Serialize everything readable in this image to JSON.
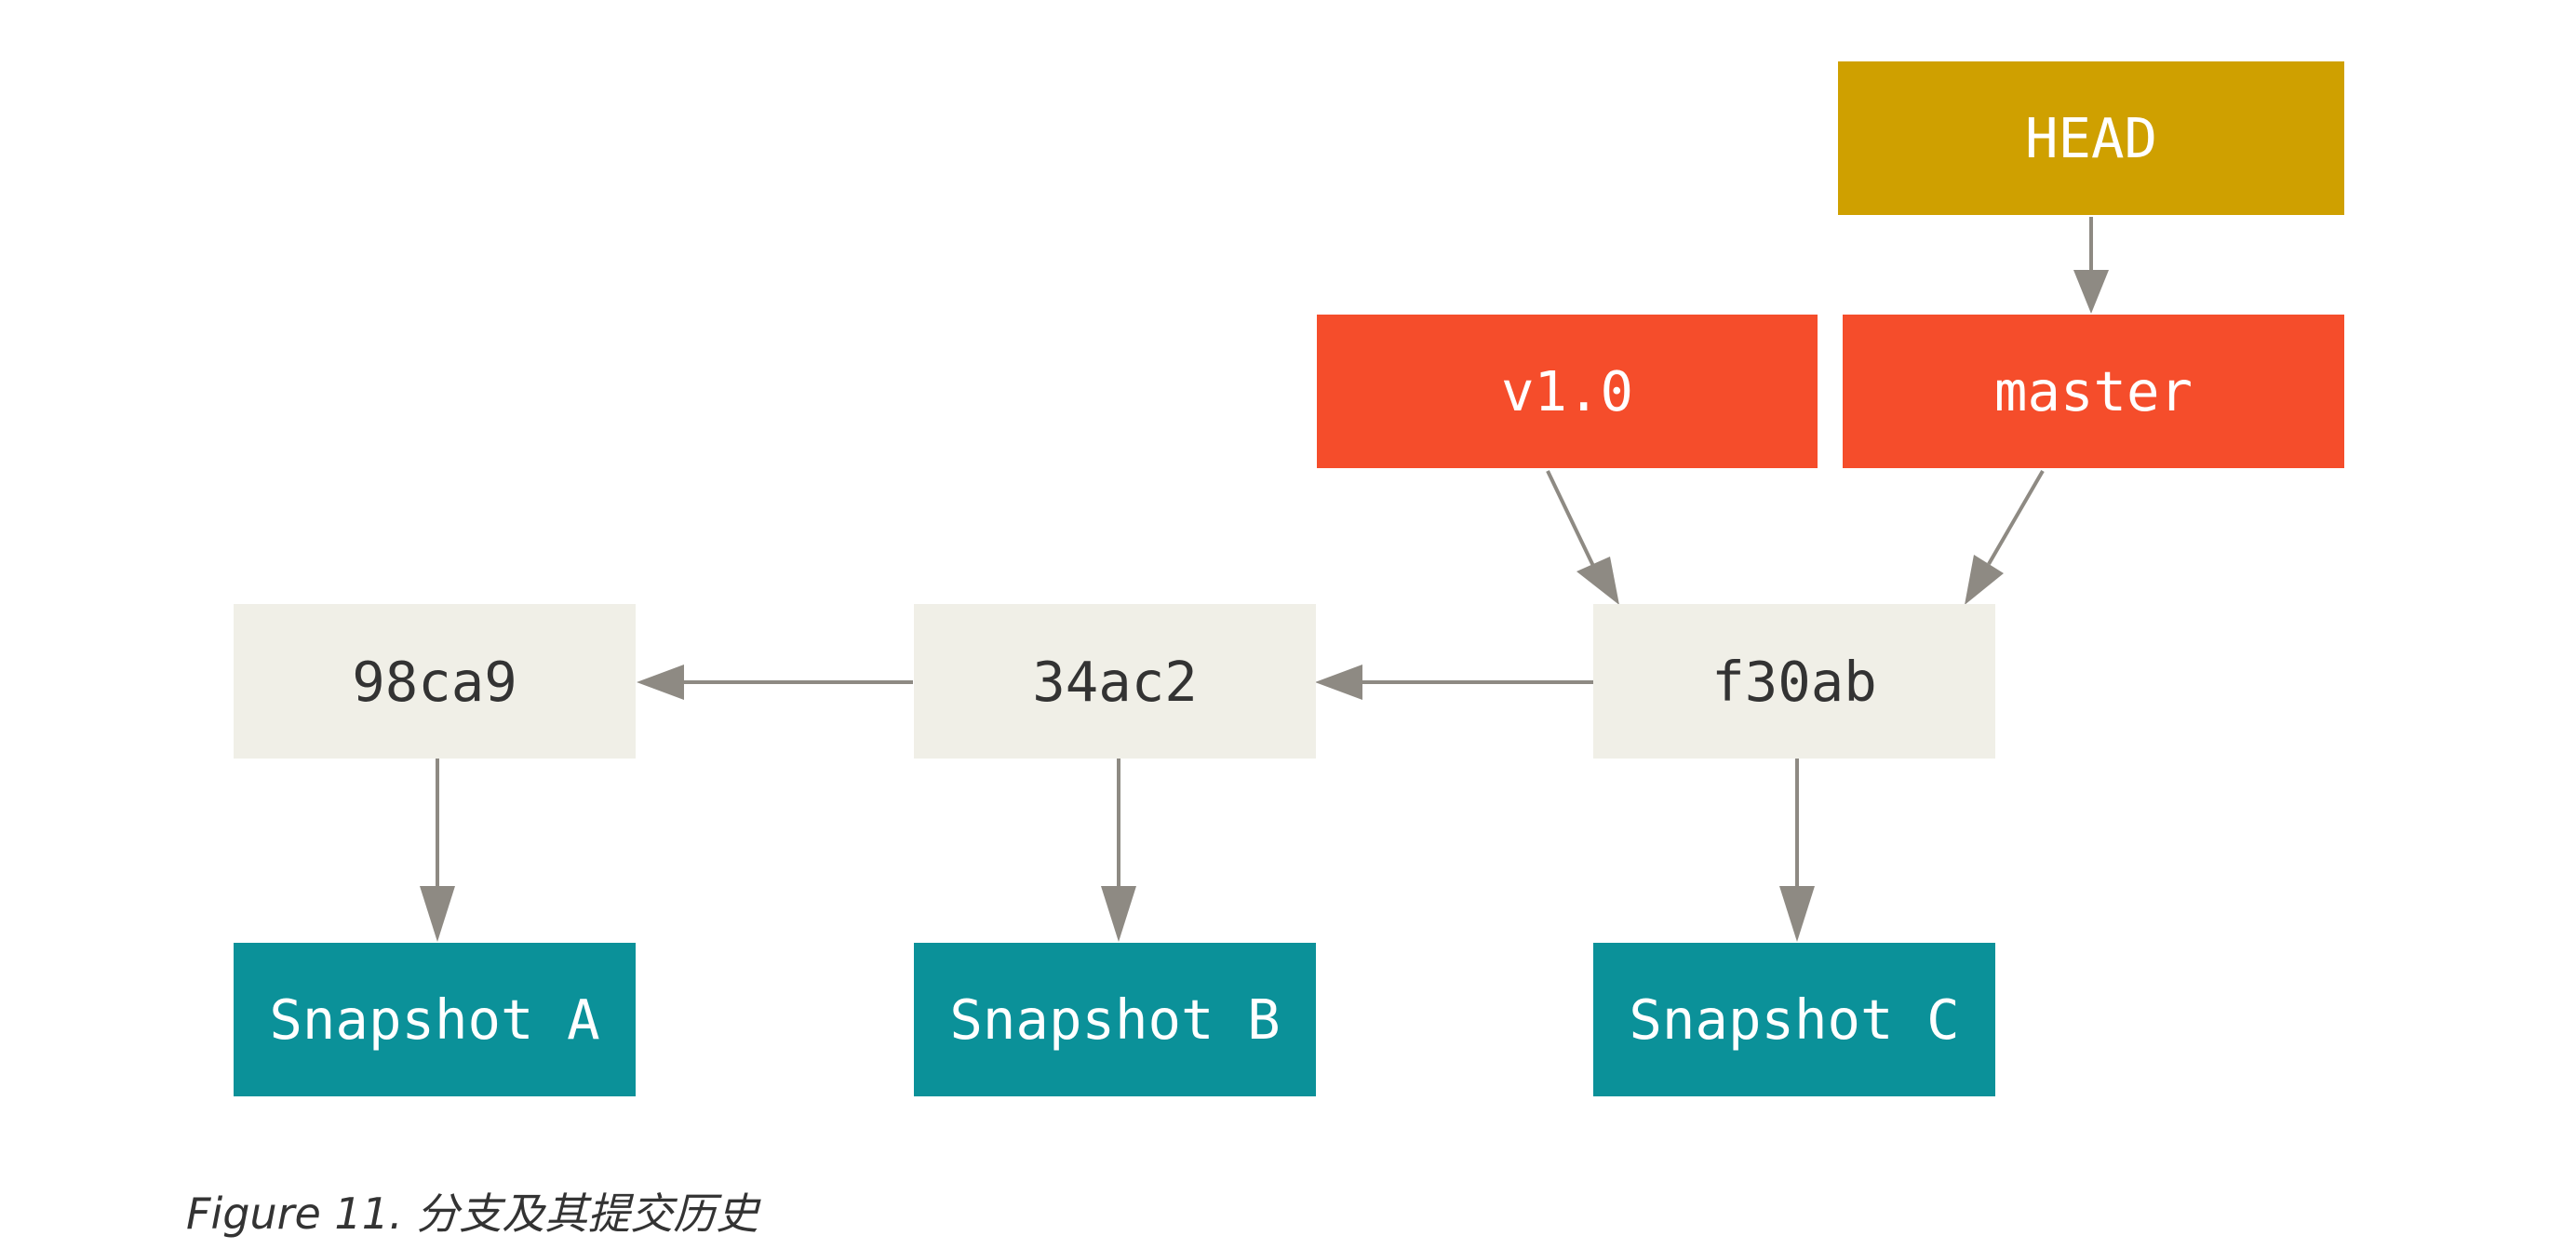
{
  "commits": [
    {
      "id": "98ca9"
    },
    {
      "id": "34ac2"
    },
    {
      "id": "f30ab"
    }
  ],
  "snapshots": [
    {
      "label": "Snapshot A"
    },
    {
      "label": "Snapshot B"
    },
    {
      "label": "Snapshot C"
    }
  ],
  "refs": {
    "tag": "v1.0",
    "branch": "master",
    "head": "HEAD"
  },
  "colors": {
    "commit_fill": "#f0efe7",
    "snapshot_fill": "#0b9199",
    "ref_fill": "#f54d2b",
    "head_fill": "#cfa000",
    "arrow": "#8e8a83"
  },
  "caption": {
    "figure": "Figure 11.",
    "text": "分支及其提交历史"
  }
}
